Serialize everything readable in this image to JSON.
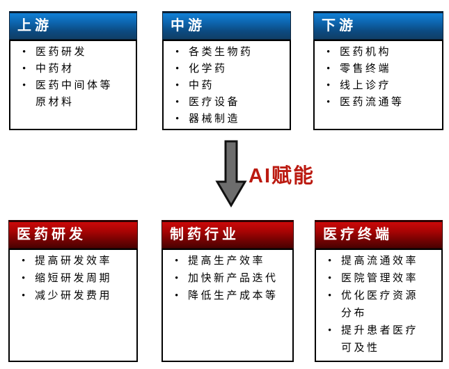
{
  "diagram_title": "",
  "top_row": [
    {
      "title": "上游",
      "items": [
        "医药研发",
        "中药材",
        "医药中间体等原材料"
      ]
    },
    {
      "title": "中游",
      "items": [
        "各类生物药",
        "化学药",
        "中药",
        "医疗设备",
        "器械制造"
      ]
    },
    {
      "title": "下游",
      "items": [
        "医药机构",
        "零售终端",
        "线上诊疗",
        "医药流通等"
      ]
    }
  ],
  "arrow_label": "AI赋能",
  "bottom_row": [
    {
      "title": "医药研发",
      "items": [
        "提高研发效率",
        "缩短研发周期",
        "减少研发费用"
      ]
    },
    {
      "title": "制药行业",
      "items": [
        "提高生产效率",
        "加快新产品迭代",
        "降低生产成本等"
      ]
    },
    {
      "title": "医疗终端",
      "items": [
        "提高流通效率",
        "医院管理效率",
        "优化医疗资源分布",
        "提升患者医疗可及性"
      ]
    }
  ],
  "colors": {
    "header_blue_top": "#1180d6",
    "header_blue_bottom": "#103f66",
    "header_red_top": "#cb0909",
    "header_red_bottom": "#4a0101",
    "body_border": "#000000",
    "arrow_fill": "#6d6d6d",
    "arrow_outline": "#111111",
    "ai_label_red": "#bb1a10",
    "list_text": "#000000",
    "header_text": "#ffffff"
  }
}
